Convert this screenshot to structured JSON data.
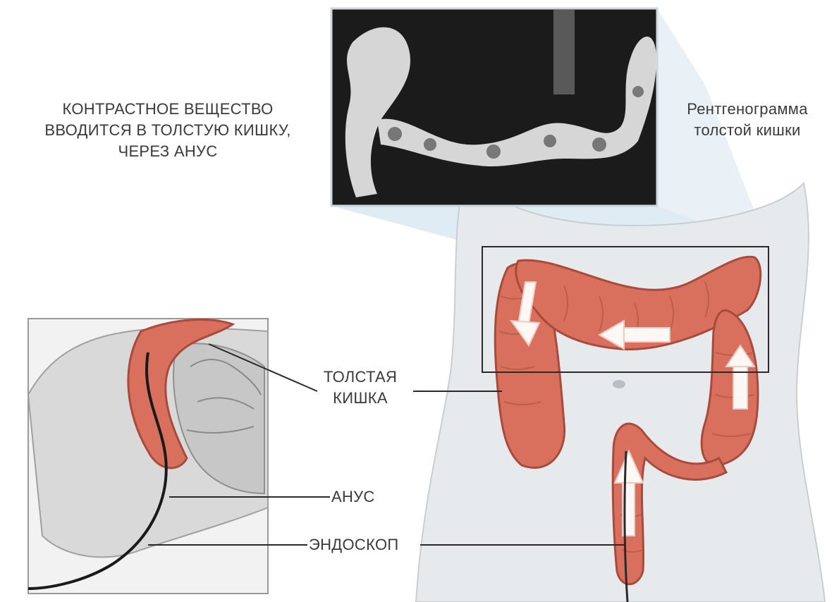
{
  "captions": {
    "contrast_line1": "КОНТРАСТНОЕ ВЕЩЕСТВО",
    "contrast_line2": "ВВОДИТСЯ В ТОЛСТУЮ КИШКУ,",
    "contrast_line3": "ЧЕРЕЗ АНУС",
    "xray_line1": "Рентгенограмма",
    "xray_line2": "толстой кишки"
  },
  "labels": {
    "colon_line1": "ТОЛСТАЯ",
    "colon_line2": "КИШКА",
    "anus": "АНУС",
    "endoscope": "ЭНДОСКОП"
  },
  "colors": {
    "colon": "#d9705e",
    "colon_dark": "#a84a3c",
    "body_skin": "#e4e7ea",
    "xray_bg": "#1a1a1a",
    "zoom_beam": "#cfe0ec",
    "label_text": "#3a3a3a"
  }
}
